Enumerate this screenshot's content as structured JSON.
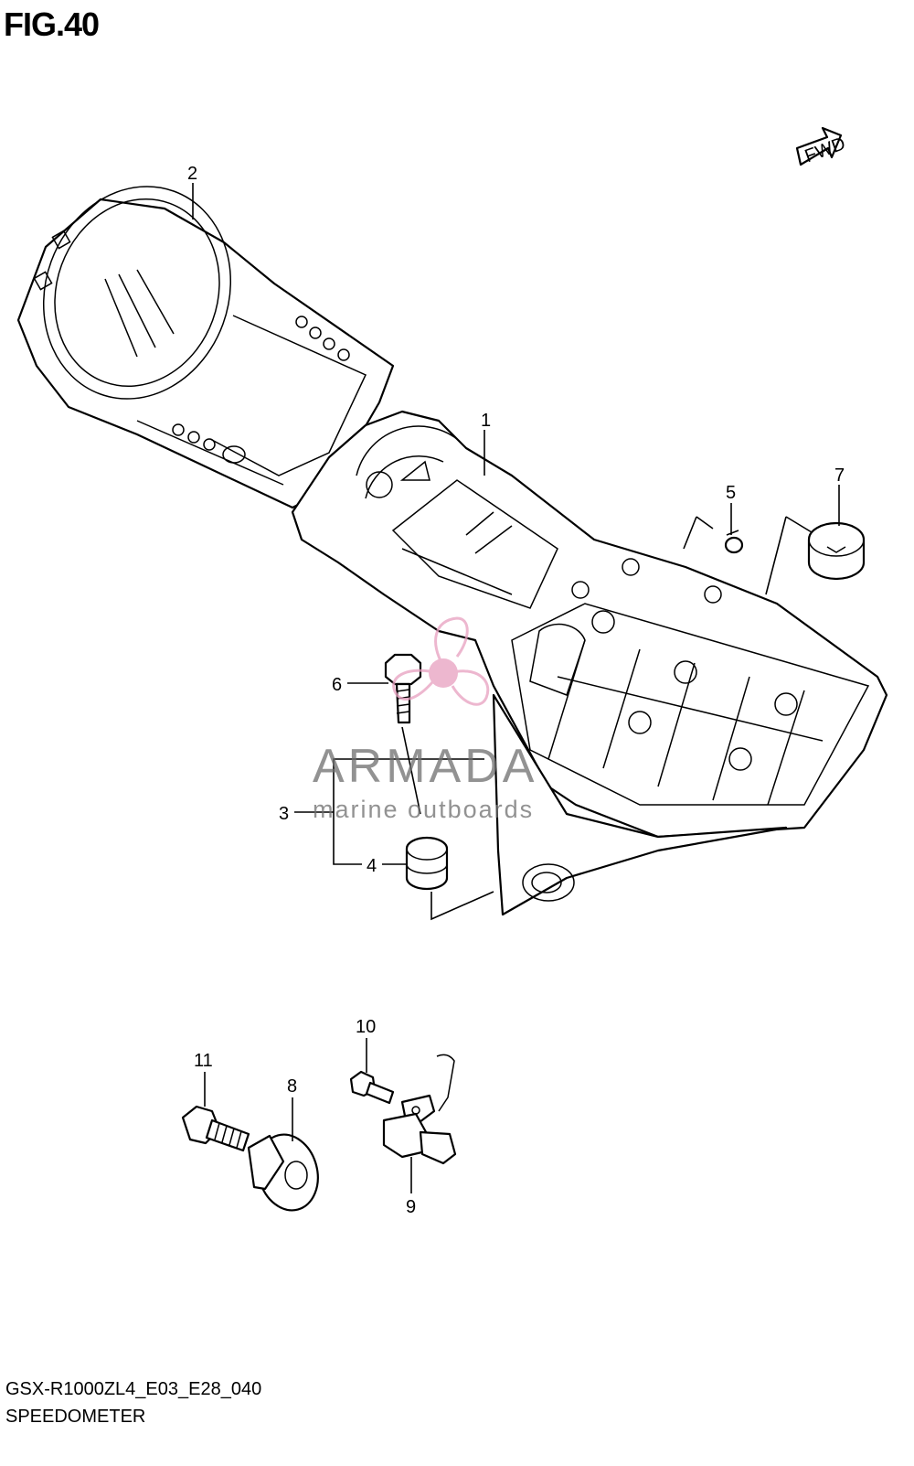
{
  "figure": {
    "title": "FIG.40"
  },
  "fwd_label": "FWD",
  "callouts": [
    "1",
    "2",
    "3",
    "4",
    "5",
    "6",
    "7",
    "8",
    "9",
    "10",
    "11"
  ],
  "footer": {
    "model_code": "GSX-R1000ZL4_E03_E28_040",
    "section_name": "SPEEDOMETER"
  },
  "watermark": {
    "brand": "ARMADA",
    "tagline": "marine outboards",
    "accent_color": "#e8a0c0"
  }
}
